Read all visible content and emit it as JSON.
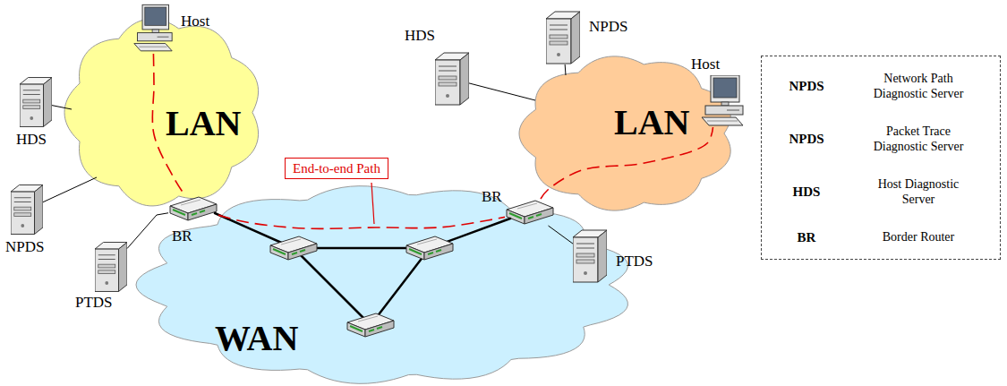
{
  "diagram": {
    "nodes": [
      {
        "text": [
          "Host"
        ]
      },
      {
        "text": [
          "HDS"
        ]
      },
      {
        "text": [
          "LAN"
        ]
      },
      {
        "text": [
          "NPDS"
        ]
      },
      {
        "text": [
          "BR"
        ]
      },
      {
        "text": [
          "PTDS"
        ]
      },
      {
        "text": [
          "End-to-end Path"
        ]
      },
      {
        "text": [
          "WAN"
        ]
      },
      {
        "text": [
          "HDS"
        ]
      },
      {
        "text": [
          "NPDS"
        ]
      },
      {
        "text": [
          "Host"
        ]
      },
      {
        "text": [
          "LAN"
        ]
      },
      {
        "text": [
          "BR"
        ]
      },
      {
        "text": [
          "PTDS"
        ]
      },
      {
        "text": [
          "NPDS",
          "Network Path Diagnostic Server",
          "NPDS",
          "Packet Trace Diagnostic Server",
          "HDS",
          "Host Diagnostic Server",
          "BR",
          "Border Router"
        ]
      }
    ],
    "edges": [
      {
        "from": 0,
        "to": 4,
        "arrow": "none"
      },
      {
        "from": 4,
        "to": 12,
        "arrow": "none"
      },
      {
        "from": 12,
        "to": 10,
        "arrow": "none"
      },
      {
        "from": 1,
        "to": 2,
        "arrow": "none"
      },
      {
        "from": 3,
        "to": 2,
        "arrow": "none"
      },
      {
        "from": 5,
        "to": 4,
        "arrow": "none"
      },
      {
        "from": 8,
        "to": 11,
        "arrow": "none"
      },
      {
        "from": 9,
        "to": 11,
        "arrow": "none"
      },
      {
        "from": 13,
        "to": 12,
        "arrow": "none"
      }
    ]
  }
}
